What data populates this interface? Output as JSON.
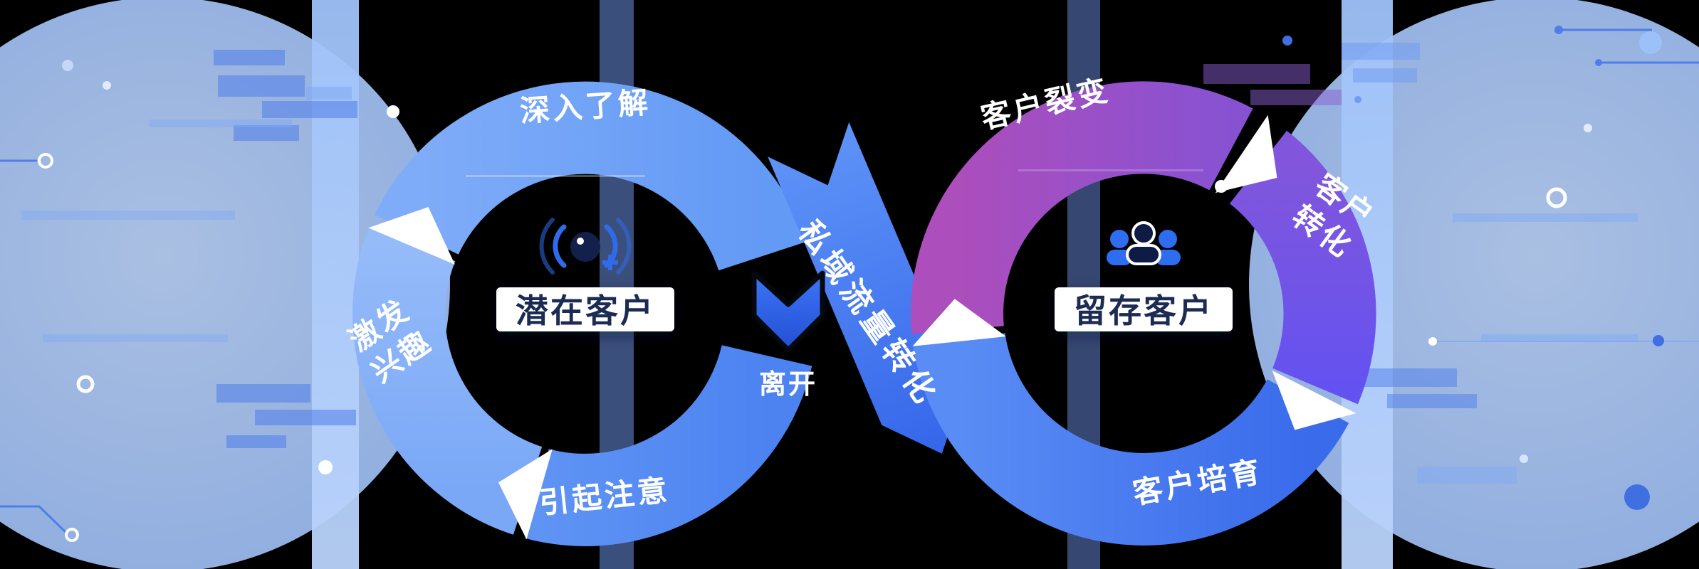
{
  "left_ring": {
    "center_label": "潜在客户",
    "center_icon": "headset-listening-icon",
    "segments": {
      "top": "深入了解",
      "left_line1": "激发",
      "left_line2": "兴趣",
      "bottom": "引起注意"
    },
    "exit_label": "离开"
  },
  "flow": {
    "label": "私域流量转化"
  },
  "right_ring": {
    "center_label": "留存客户",
    "center_icon": "customer-group-icon",
    "segments": {
      "top": "客户裂变",
      "right_line1": "客户",
      "right_line2": "转化",
      "bottom": "客户培育"
    }
  },
  "colors": {
    "background": "#000000",
    "left_ring_blue": "#6FA3F7",
    "left_ring_light": "#8CB5F8",
    "left_ring_deep": "#5A8FF3",
    "flow_banner_blue": "#3E74F0",
    "exit_arrow_blue": "#2B5FE6",
    "fission_purple": "#9C4FC5",
    "conversion_violet": "#7552DE",
    "nurture_blue": "#4377EF",
    "decor_light_blue": "#AECAF9",
    "label_text_navy": "#1B2B52",
    "icon_blue": "#2E6CF0",
    "icon_navy": "#0D1B45"
  }
}
